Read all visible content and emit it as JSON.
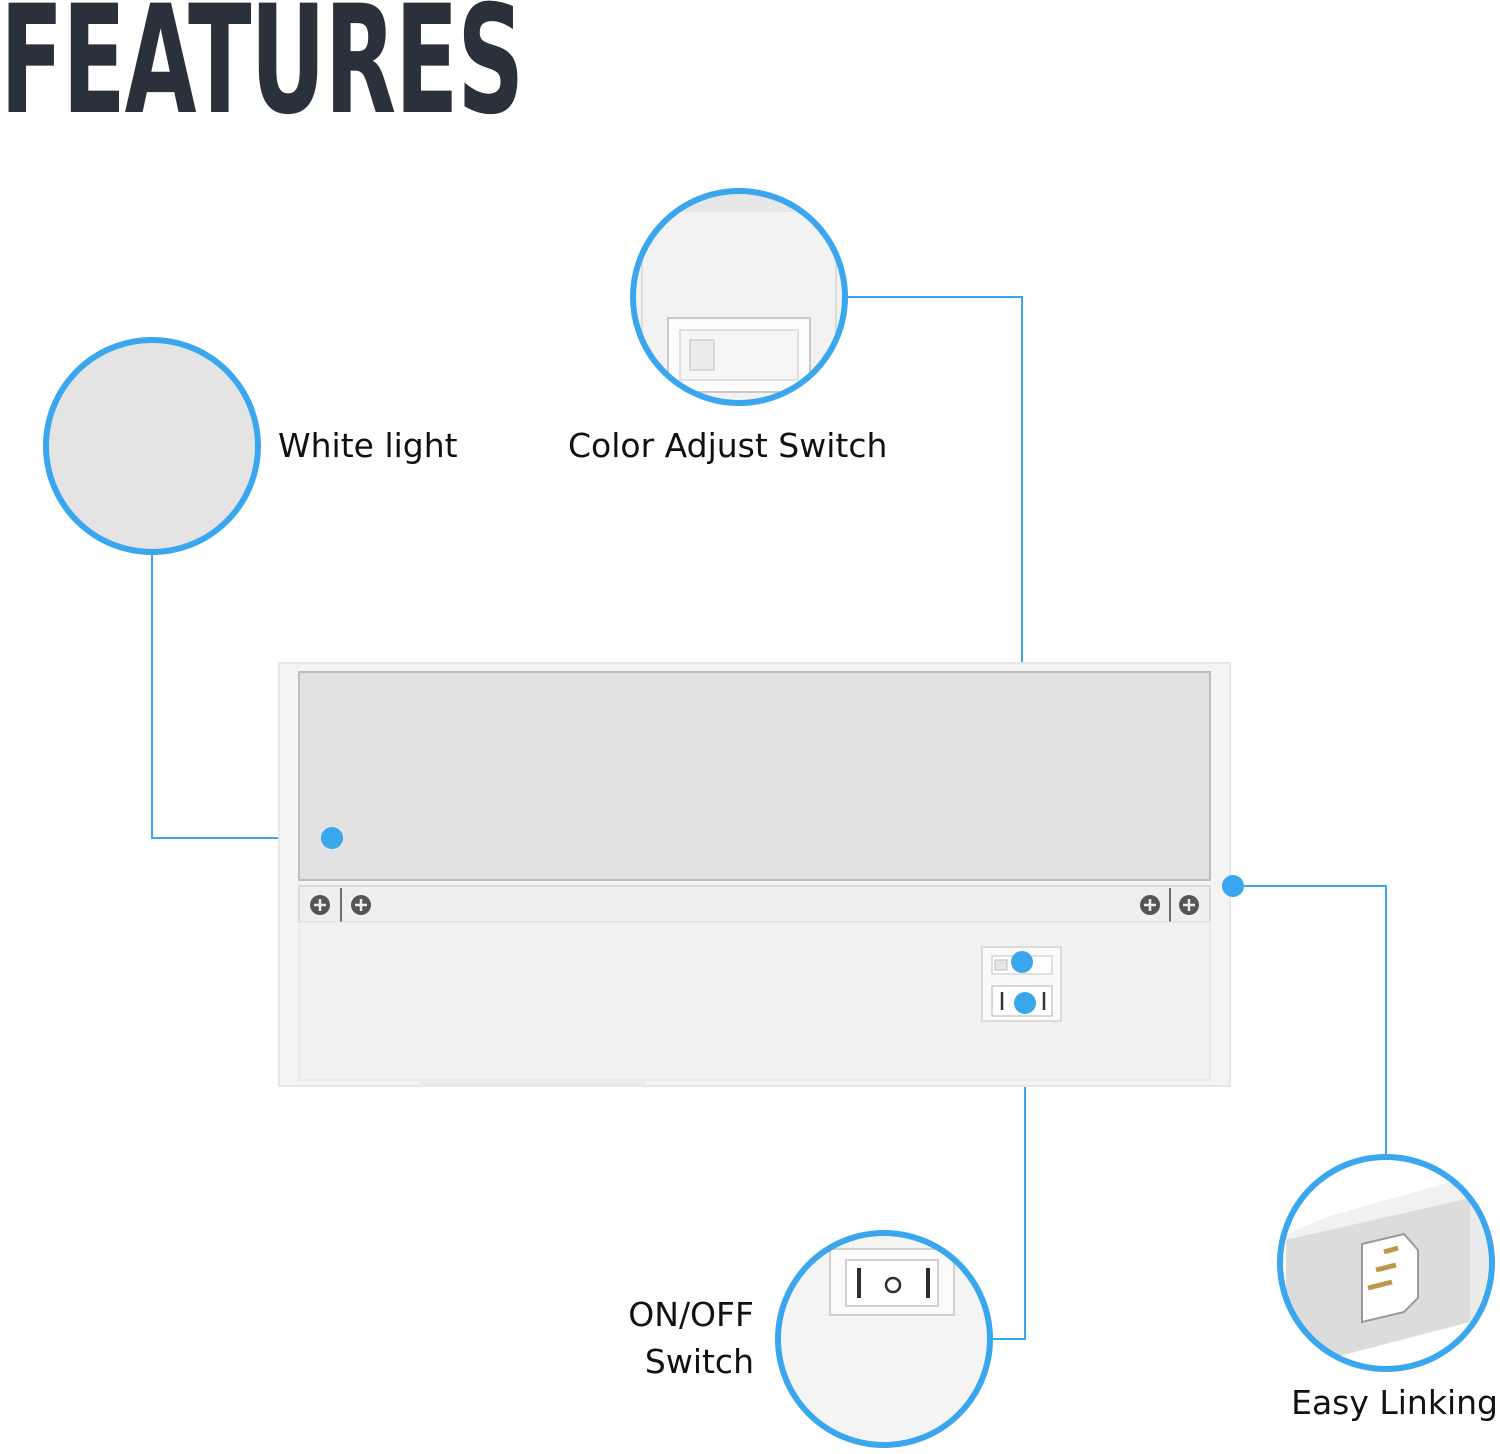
{
  "title": "FEATURES",
  "features": {
    "white_light": {
      "label": "White light"
    },
    "color_adjust": {
      "label": "Color Adjust Switch"
    },
    "on_off": {
      "label_line1": "ON/OFF",
      "label_line2": "Switch"
    },
    "easy_linking": {
      "label": "Easy Linking"
    }
  },
  "colors": {
    "accent": "#3aa6ee",
    "title": "#2b313a",
    "fixture_body": "#f4f4f4",
    "lens": "#e3e3e3"
  },
  "icons": {
    "screw": "screw-icon",
    "rocker": "rocker-switch-icon",
    "connector": "connector-pins-icon"
  }
}
